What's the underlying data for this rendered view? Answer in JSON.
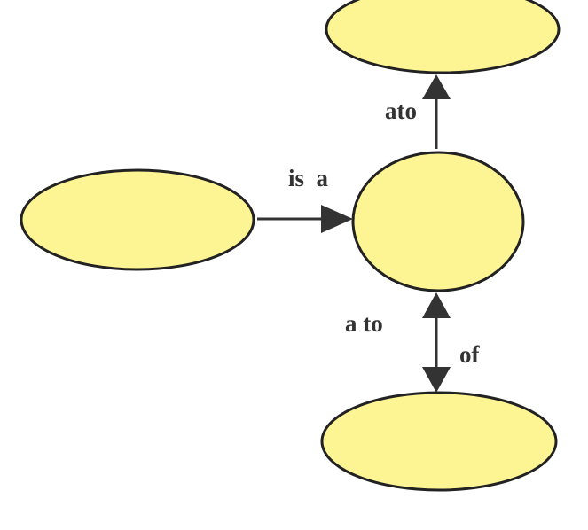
{
  "colors": {
    "node_fill": "#FDF493",
    "node_stroke": "#222222",
    "edge": "#333333"
  },
  "edges": [
    {
      "label": "is  a",
      "from": "left",
      "to": "center"
    },
    {
      "label": "ato",
      "from": "center",
      "to": "top"
    },
    {
      "label": "a to",
      "from": "bottom",
      "to": "center"
    },
    {
      "label": "of",
      "from": "center",
      "to": "bottom"
    }
  ]
}
